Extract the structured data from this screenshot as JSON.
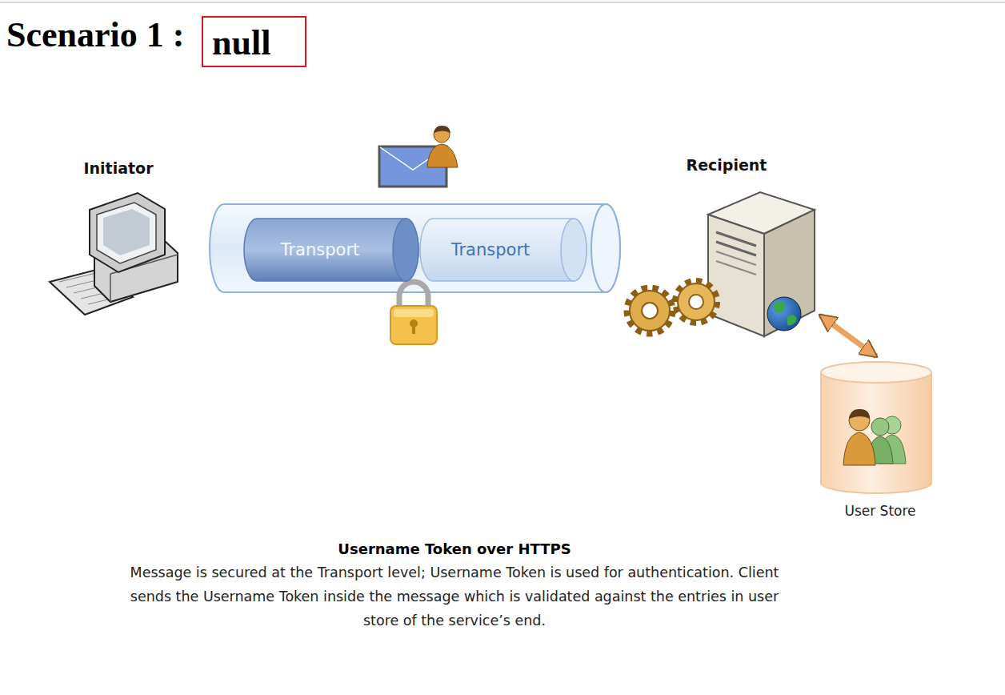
{
  "diagram": {
    "title": "Scenario 1 :",
    "caption": "Username Token over HTTPS",
    "nodes": [
      {
        "text": [
          "null"
        ]
      },
      {
        "text": [
          "Initiator"
        ]
      },
      {
        "text": [
          "Transport"
        ]
      },
      {
        "text": [
          "Transport"
        ]
      },
      {
        "text": [
          "Recipient"
        ]
      },
      {
        "text": [
          "User Store"
        ]
      }
    ],
    "edges": [
      {
        "from": 4,
        "to": 5,
        "arrow": "both"
      }
    ],
    "labels": [
      "Message is secured at the Transport level; Username Token is used for authentication. Client sends the Username Token inside the message which is validated against the entries in user store of the service’s end."
    ]
  }
}
